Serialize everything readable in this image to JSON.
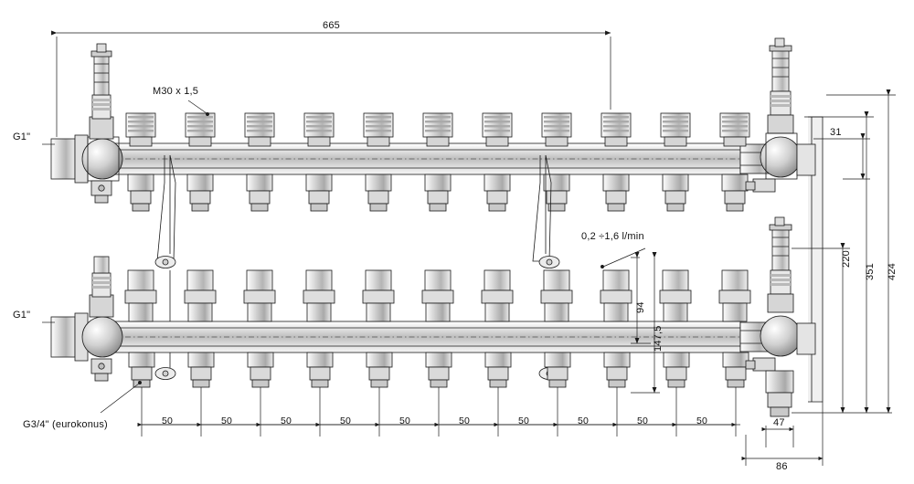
{
  "drawing": {
    "title": "Underfloor heating manifold technical drawing",
    "units": "mm",
    "outlets": 11,
    "colors": {
      "line": "#1a1a1a",
      "dim": "#1a1a1a",
      "fill_light": "#f2f2f2",
      "fill_mid": "#d8d8d8",
      "fill_dark": "#a8a8a8"
    }
  },
  "dimensions": {
    "overall_length": "665",
    "pitch": "50",
    "pitch_labels": [
      "50",
      "50",
      "50",
      "50",
      "50",
      "50",
      "50",
      "50",
      "50",
      "50"
    ],
    "center_distance": "94",
    "total_height_front": "147,5",
    "side_depth_top": "31",
    "side_height_220": "220",
    "side_height_351": "351",
    "side_height_424": "424",
    "side_base_47": "47",
    "side_base_86": "86"
  },
  "callouts": {
    "thread_main_top": "G1\"",
    "thread_main_bottom": "G1\"",
    "valve_thread": "M30 x 1,5",
    "flow_range": "0,2 ÷1,6 l/min",
    "outlet_thread": "G3/4\" (eurokonus)"
  }
}
